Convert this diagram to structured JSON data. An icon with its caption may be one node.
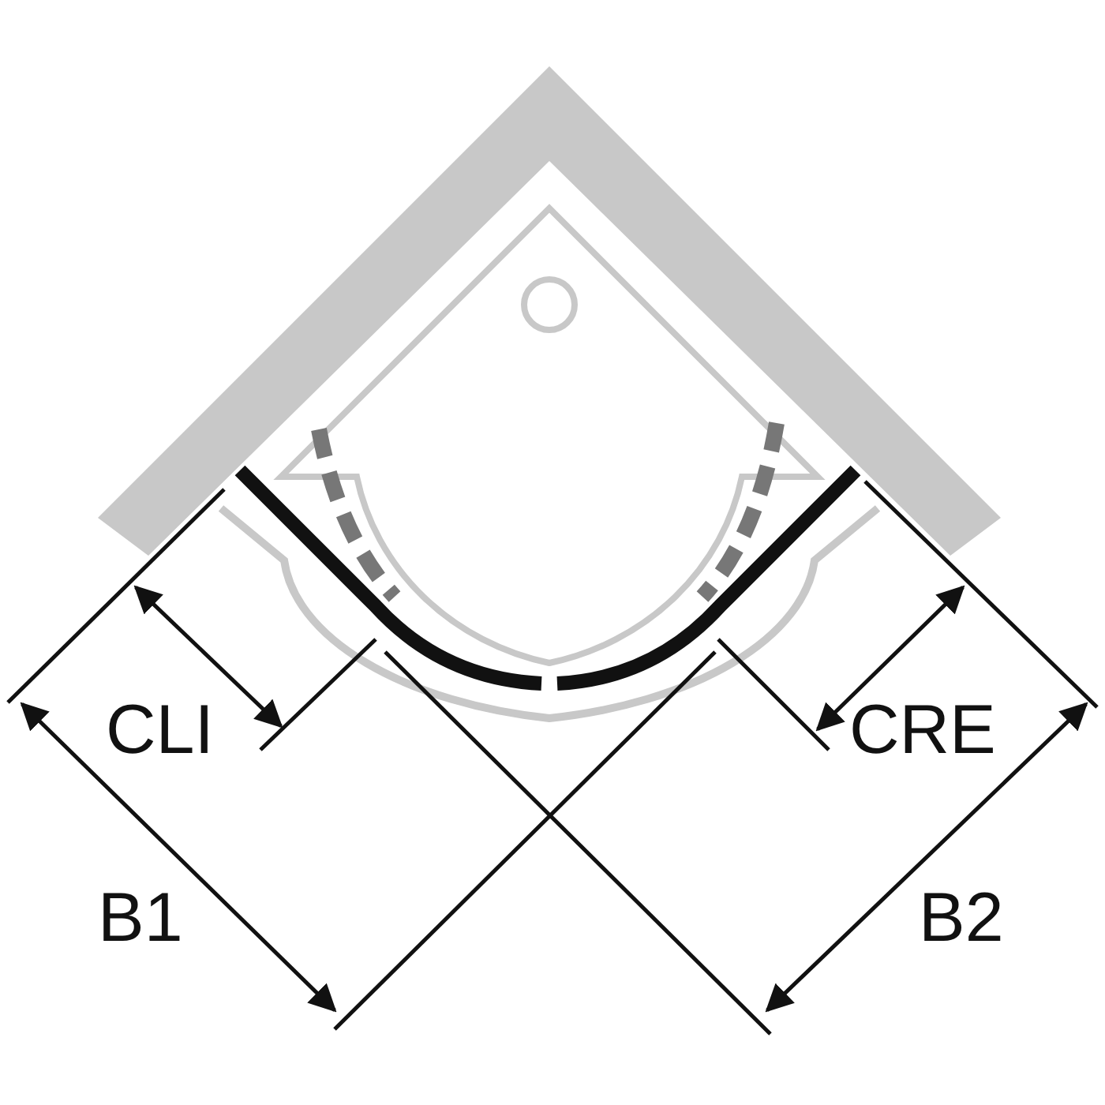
{
  "diagram": {
    "labels": [
      "CLI",
      "CRE",
      "B1",
      "B2"
    ]
  }
}
